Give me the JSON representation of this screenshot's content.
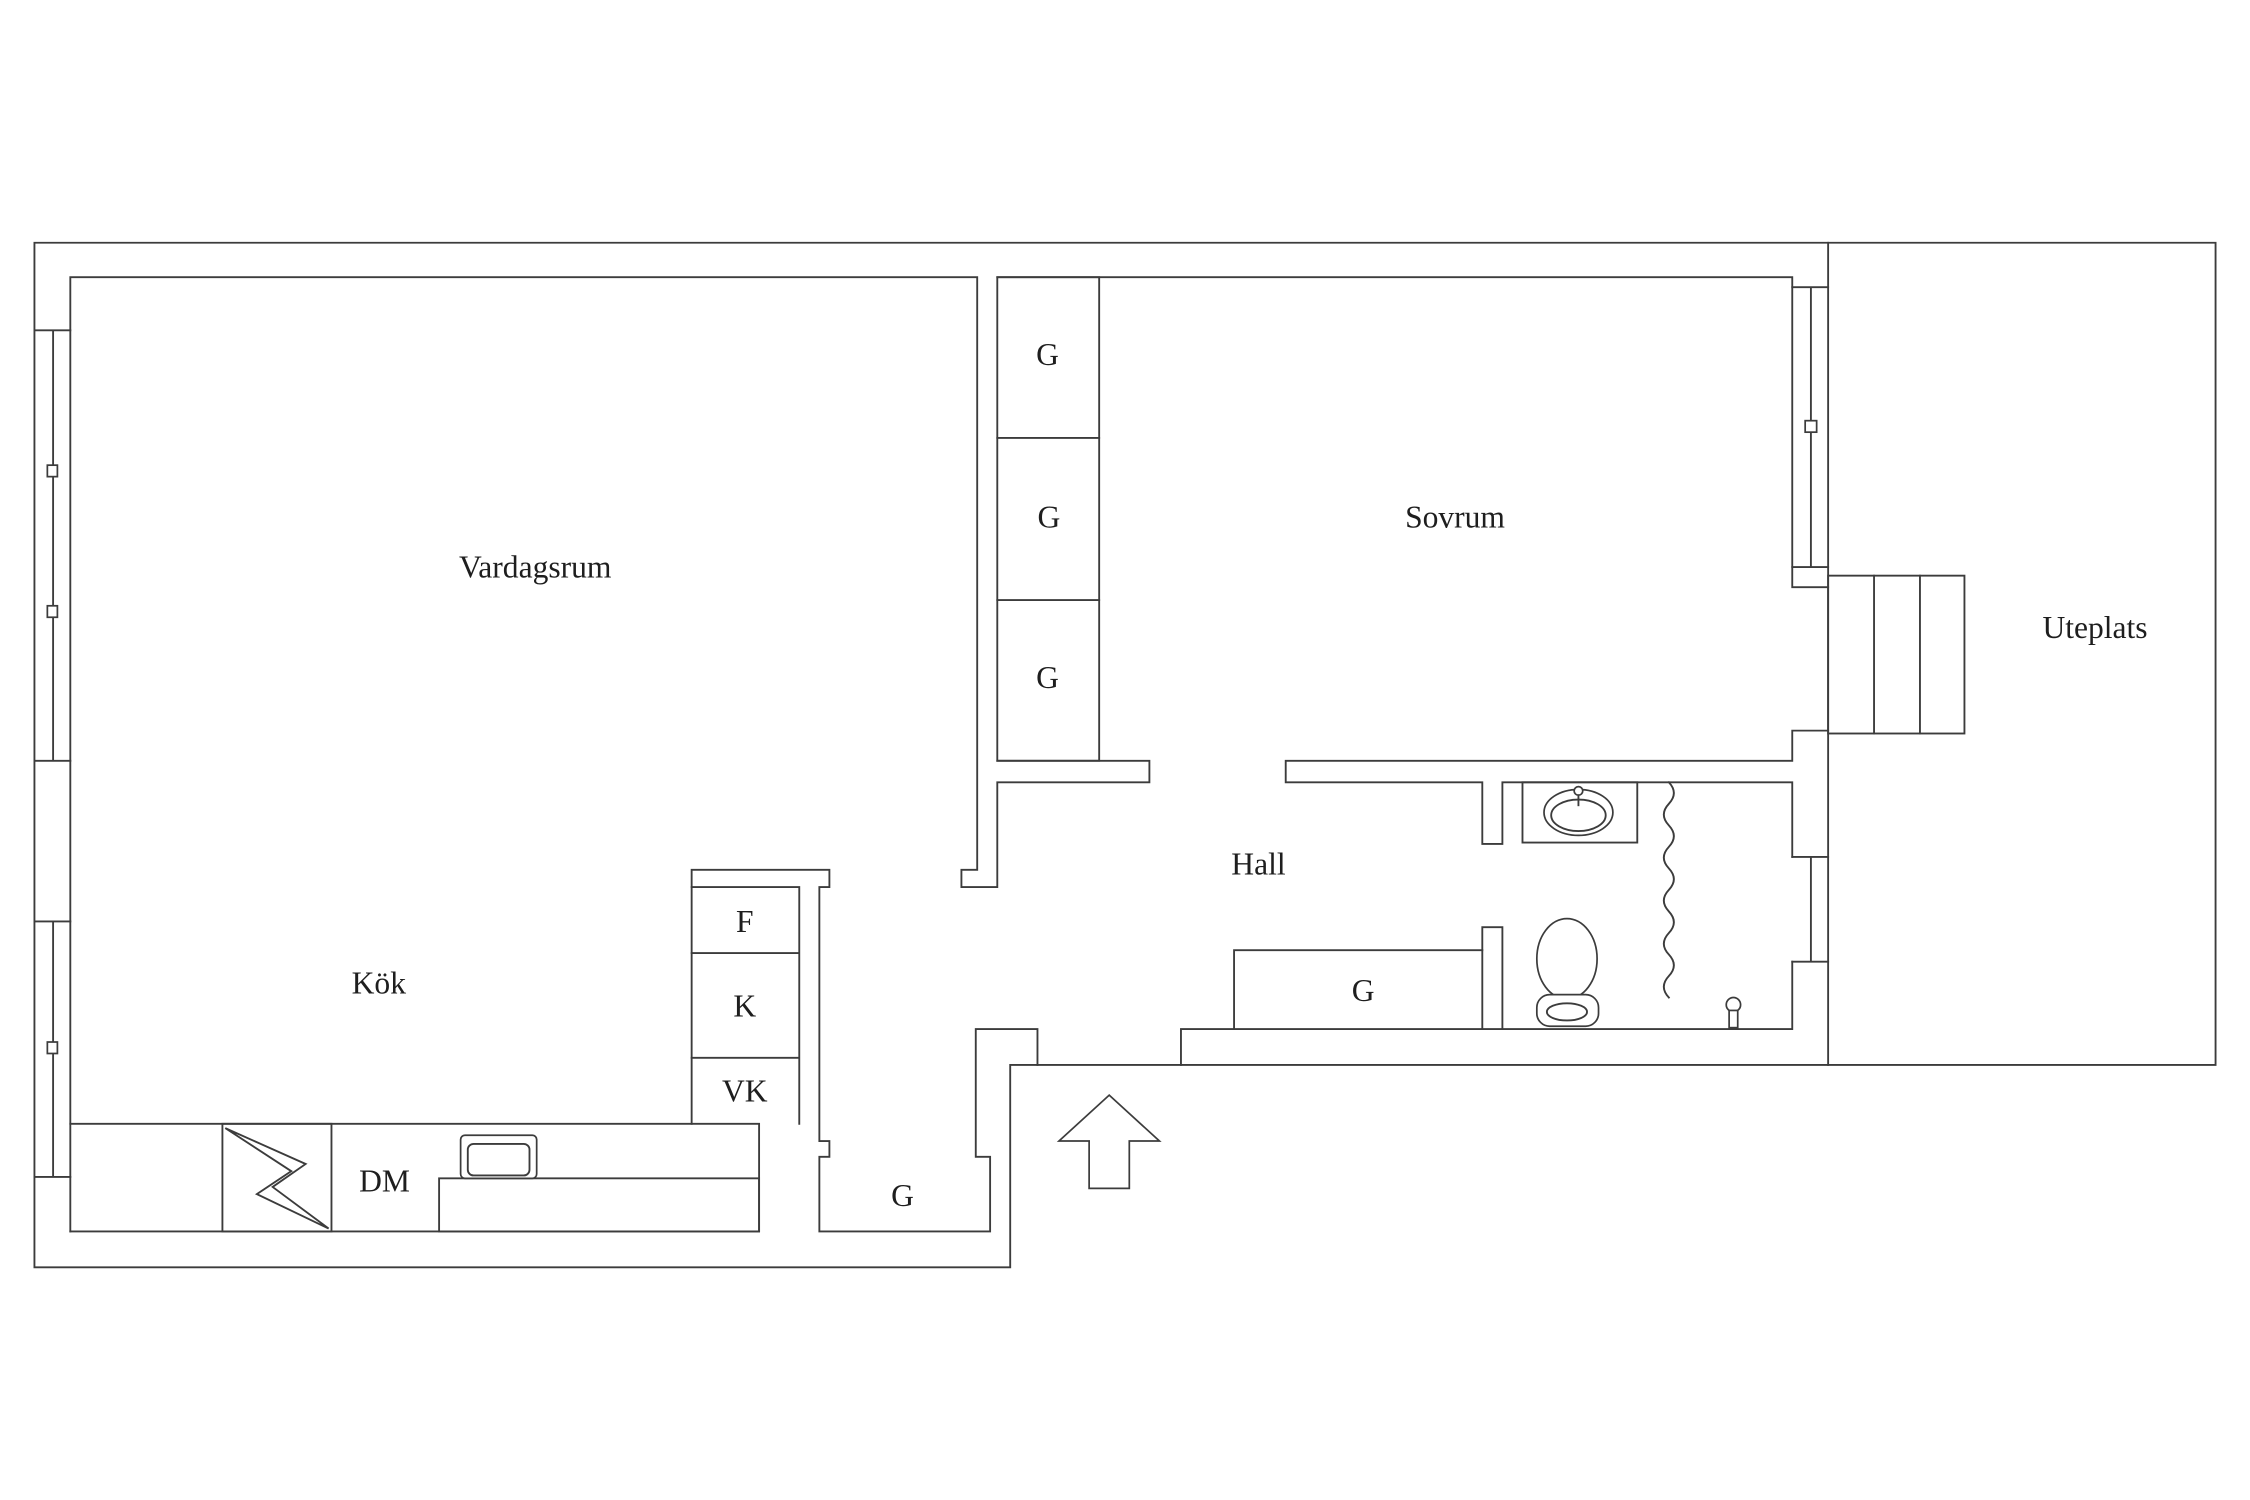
{
  "floor_plan": {
    "rooms": {
      "living_room": "Vardagsrum",
      "bedroom": "Sovrum",
      "patio": "Uteplats",
      "hall": "Hall",
      "kitchen": "Kök"
    },
    "storage": [
      "G",
      "G",
      "G",
      "G",
      "G"
    ],
    "kitchen_units": [
      "F",
      "K",
      "VK"
    ],
    "kitchen_dm": "DM"
  },
  "icons": {
    "entrance": "entrance-arrow-icon",
    "stove": "stove-symbol-icon",
    "kitchen_sink": "kitchen-sink-icon",
    "washbasin": "washbasin-icon",
    "toilet": "toilet-icon",
    "shower_curtain": "shower-curtain-icon",
    "shower": "shower-head-icon"
  },
  "colors": {
    "line": "#3c3c3c",
    "background": "#ffffff"
  }
}
